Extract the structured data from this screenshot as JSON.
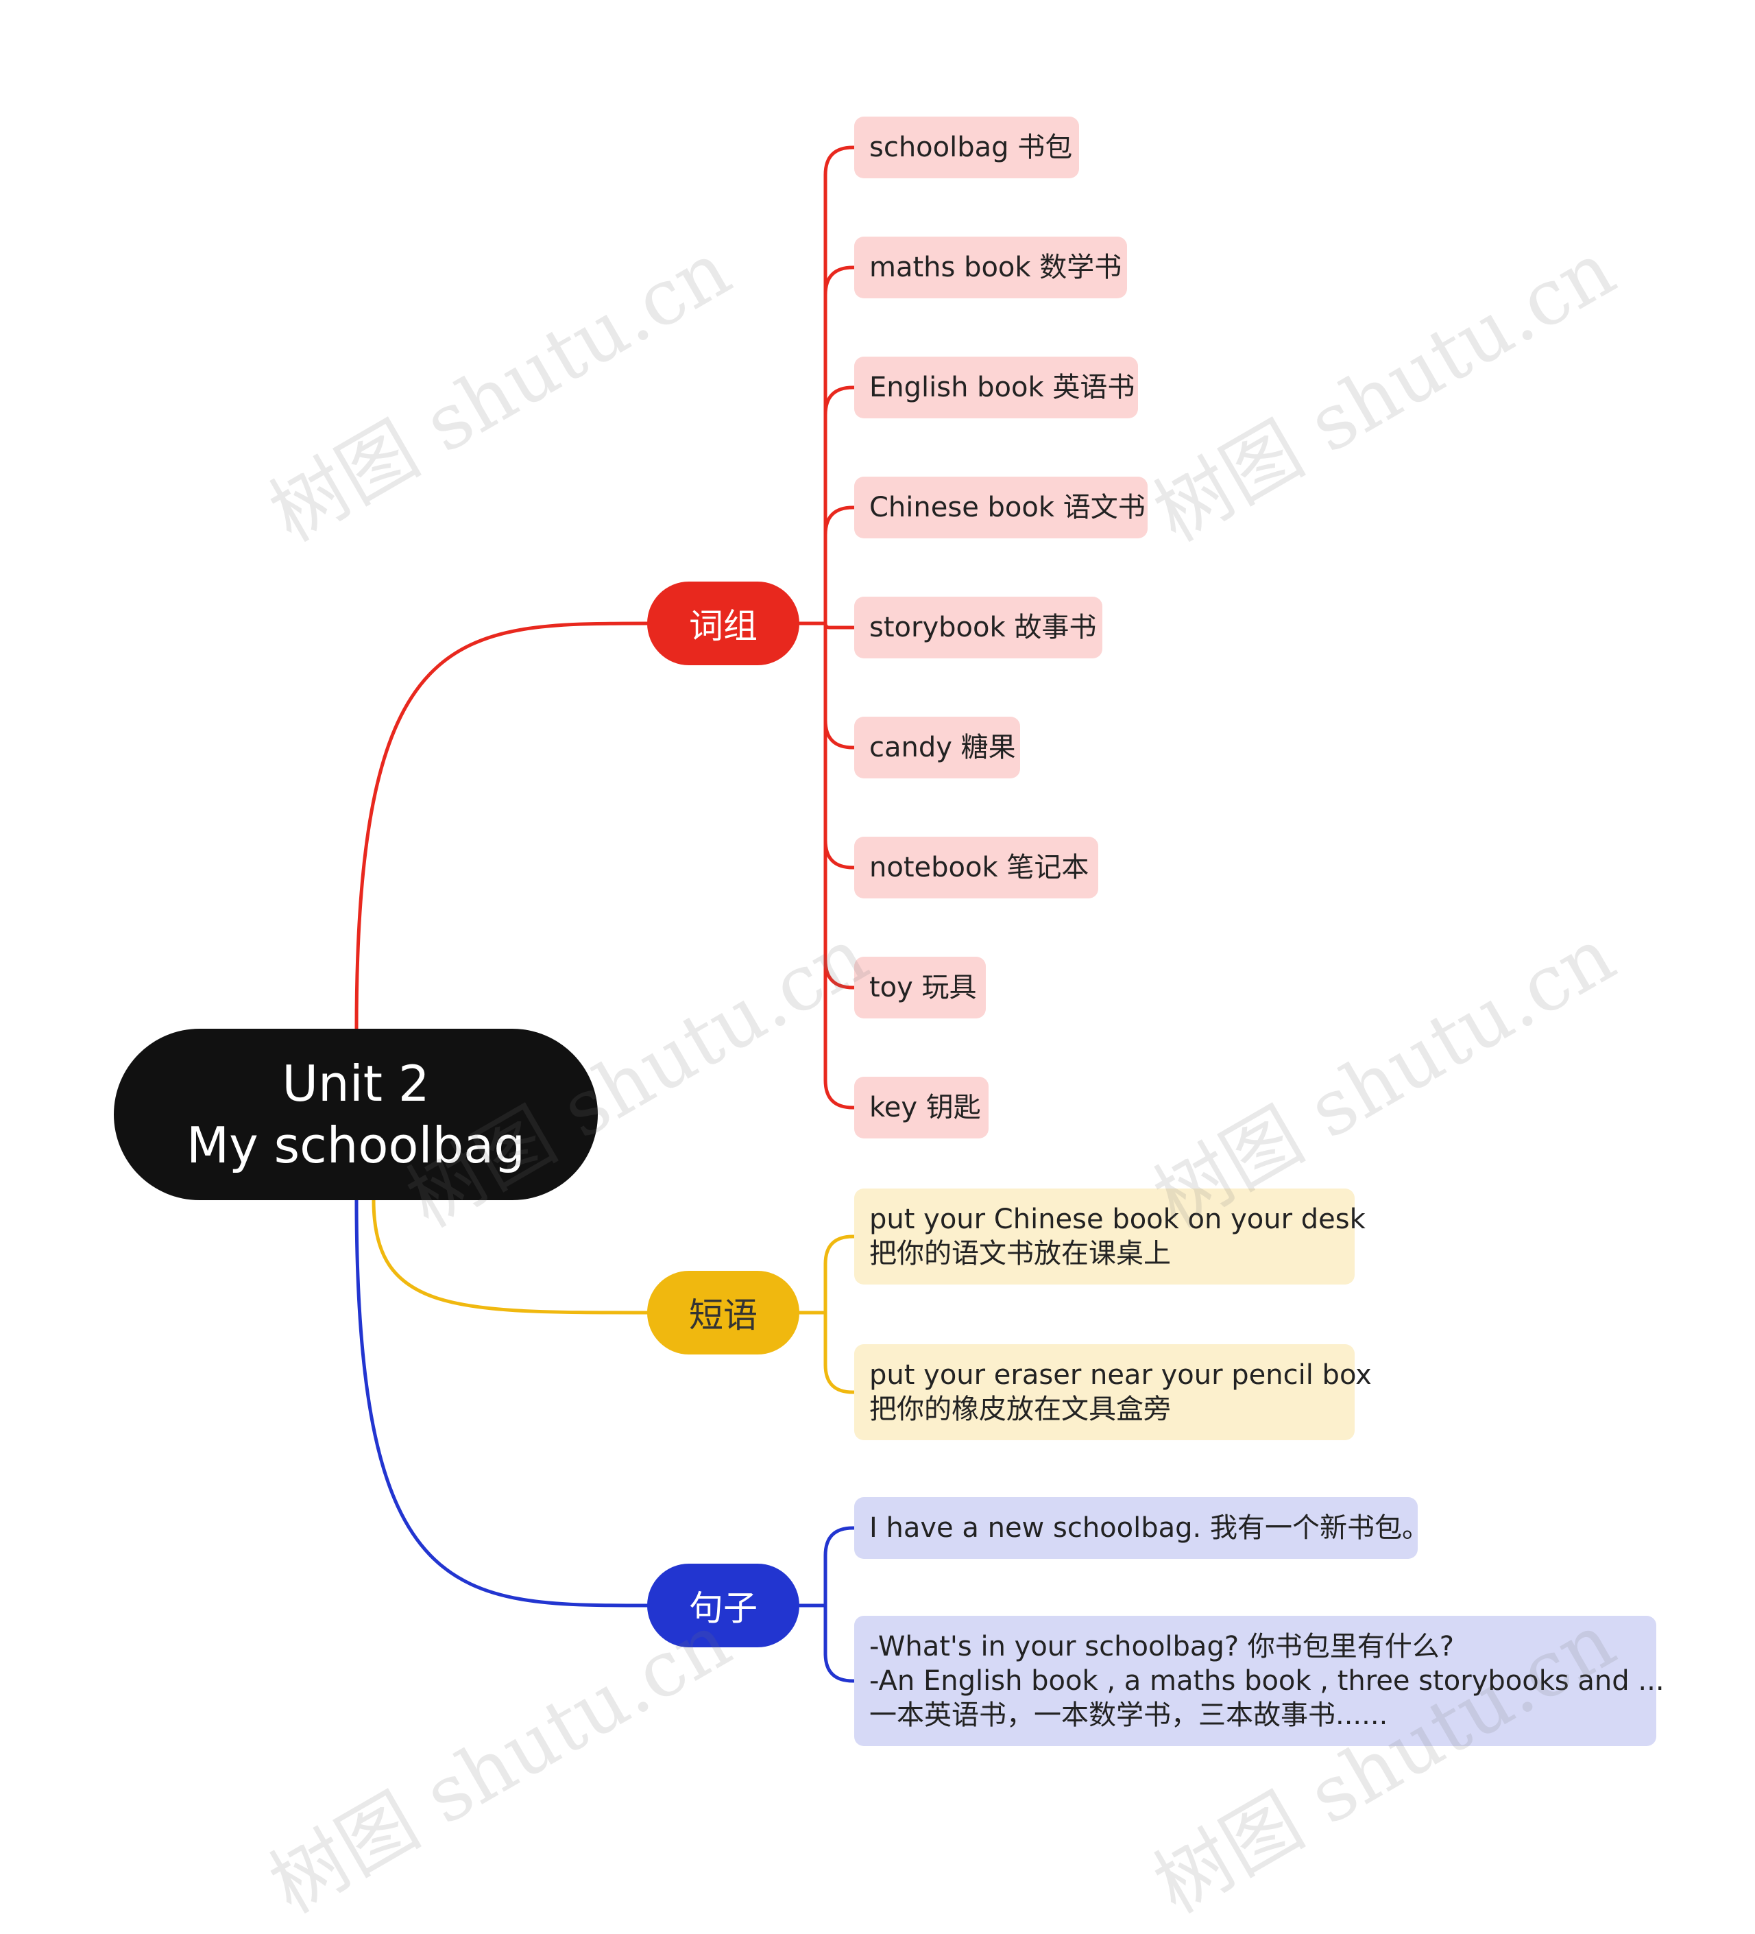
{
  "root": {
    "line1": "Unit 2",
    "line2": "My schoolbag",
    "color": "#111111"
  },
  "branches": [
    {
      "label": "词组",
      "color": "#e8281e",
      "leaf_bg": "#fcd5d4",
      "leaves": [
        [
          "schoolbag 书包"
        ],
        [
          "maths book 数学书"
        ],
        [
          "English book 英语书"
        ],
        [
          "Chinese book 语文书"
        ],
        [
          "storybook 故事书"
        ],
        [
          "candy 糖果"
        ],
        [
          "notebook 笔记本"
        ],
        [
          "toy 玩具"
        ],
        [
          "key 钥匙"
        ]
      ]
    },
    {
      "label": "短语",
      "color": "#f0b80f",
      "leaf_bg": "#fcf0cd",
      "leaves": [
        [
          "put your Chinese book on your desk",
          "把你的语文书放在课桌上"
        ],
        [
          "put your eraser near your pencil box",
          "把你的橡皮放在文具盒旁"
        ]
      ]
    },
    {
      "label": "句子",
      "color": "#2235d0",
      "leaf_bg": "#d6d9f6",
      "leaves": [
        [
          "I have a new schoolbag. 我有一个新书包。"
        ],
        [
          "-What's in your schoolbag? 你书包里有什么?",
          "-An English book , a maths book , three storybooks and ...",
          "一本英语书，一本数学书，三本故事书......"
        ]
      ]
    }
  ],
  "watermark": "树图 shutu.cn"
}
